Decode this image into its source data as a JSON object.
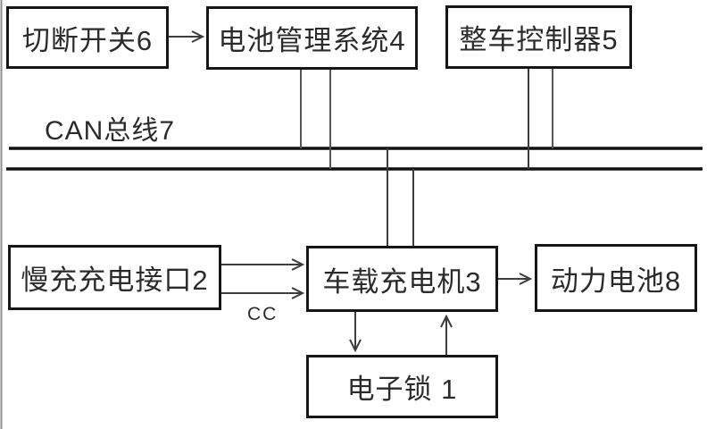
{
  "figure": {
    "background_color": "#ffffff",
    "bus_line_color": "#111111",
    "connector_color": "#3d3d3d",
    "box_border_color": "#161616",
    "text_color": "#2b2b2b"
  },
  "boxes": {
    "cutoff_switch": {
      "label": "切断开关6"
    },
    "bms": {
      "label": "电池管理系统4"
    },
    "vcu": {
      "label": "整车控制器5"
    },
    "slow_charge_port": {
      "label": "慢充充电接口2"
    },
    "obc": {
      "label": "车载充电机3"
    },
    "power_battery": {
      "label": "动力电池8"
    },
    "electronic_lock": {
      "label": "电子锁 1"
    }
  },
  "labels": {
    "can_bus": "CAN总线7",
    "cc_signal": "CC"
  }
}
